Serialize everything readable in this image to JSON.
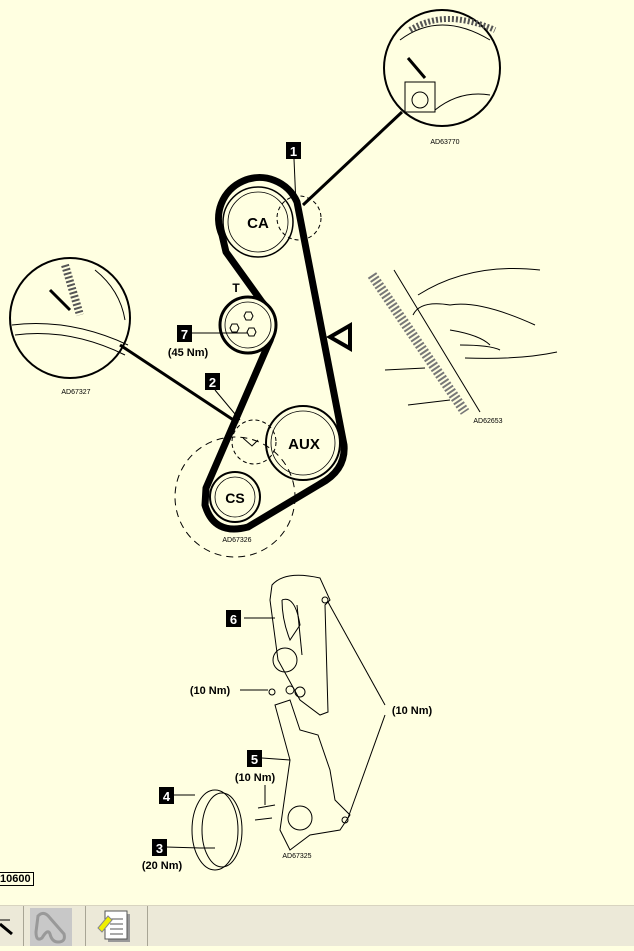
{
  "callouts": {
    "c1": "1",
    "c2": "2",
    "c3": "3",
    "c4": "4",
    "c5": "5",
    "c6": "6",
    "c7": "7"
  },
  "pulleys": {
    "camshaft": "CA",
    "tensioner": "T",
    "auxiliary": "AUX",
    "crankshaft": "CS"
  },
  "torques": {
    "t7": "(45 Nm)",
    "t3": "(20 Nm)",
    "t5": "(10 Nm)",
    "t_nut": "(10 Nm)",
    "t_cover": "(10 Nm)"
  },
  "figure_refs": {
    "top_detail": "AD63770",
    "left_detail": "AD67327",
    "belt": "AD67326",
    "hand": "AD62653",
    "cover": "AD67325"
  },
  "doc_ref": "10600",
  "toolbar": [
    {
      "name": "tool-partial"
    },
    {
      "name": "belt-diagram",
      "active": true
    },
    {
      "name": "notes"
    }
  ],
  "colors": {
    "background": "#FFFFE1",
    "toolbar": "#ECE9D8"
  }
}
